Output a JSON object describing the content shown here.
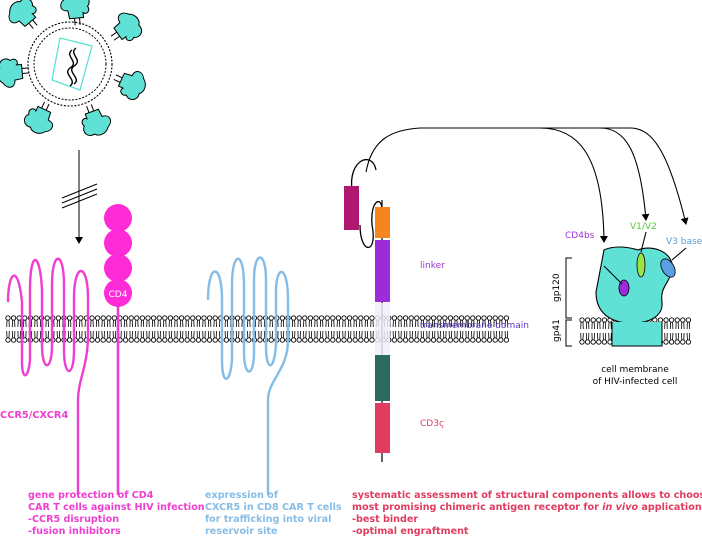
{
  "labels": {
    "cd4": "CD4",
    "ccr5_cxcr4": "CCR5/CXCR4",
    "linker": "linker",
    "transmembrane": "transmembrane domain",
    "cd3z": "CD3ς",
    "cd4bs": "CD4bs",
    "v1v2": "V1/V2",
    "v3base": "V3 base",
    "gp120": "gp120",
    "gp41": "gp41",
    "cell_membrane_1": "cell membrane",
    "cell_membrane_2": "of HIV-infected cell"
  },
  "captions": {
    "left": [
      "gene protection of CD4",
      "CAR T cells against HIV infection",
      "-CCR5 disruption",
      "-fusion inhibitors"
    ],
    "middle": [
      "expression of",
      "CXCR5 in CD8 CAR T cells",
      "for trafficking into viral",
      "reservoir site"
    ],
    "right_line1": "systematic assessment of structural components allows to choose",
    "right_line2_pre": "most promising chimeric antigen receptor for ",
    "right_line2_em": "in vivo",
    "right_line2_post": " application",
    "right_rest": [
      "-best binder",
      "-optimal engraftment"
    ]
  },
  "colors": {
    "pink": "#ee3fd0",
    "blue": "#86bde6",
    "red": "#e03c5f",
    "purple": "#9b2cd8",
    "orange": "#f5861f",
    "magenta_dark": "#b0176e",
    "teal_dark": "#2c6a5c",
    "teal": "#5fe1d6",
    "green": "#9ee24a",
    "membrane_blue": "#5c9fe0",
    "label_purple": "#9b35d2",
    "label_green": "#55c73c",
    "label_blue": "#5aa0d8",
    "label_indigo": "#5a38c8"
  }
}
